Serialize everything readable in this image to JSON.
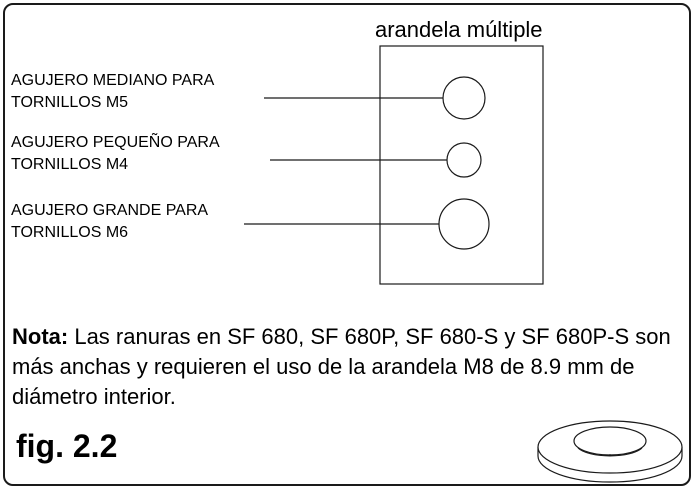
{
  "washer": {
    "title": "arandela múltiple"
  },
  "holes": [
    {
      "label": "AGUJERO MEDIANO PARA\nTORNILLOS M5"
    },
    {
      "label": "AGUJERO PEQUEÑO PARA\nTORNILLOS M4"
    },
    {
      "label": "AGUJERO GRANDE PARA\nTORNILLOS M6"
    }
  ],
  "note": {
    "prefix": "Nota:",
    "text": " Las ranuras en SF 680, SF 680P, SF 680-S y SF 680P-S son más anchas y requieren el uso de la arandela M8 de 8.9 mm de diámetro interior."
  },
  "figure_label": "fig. 2.2"
}
